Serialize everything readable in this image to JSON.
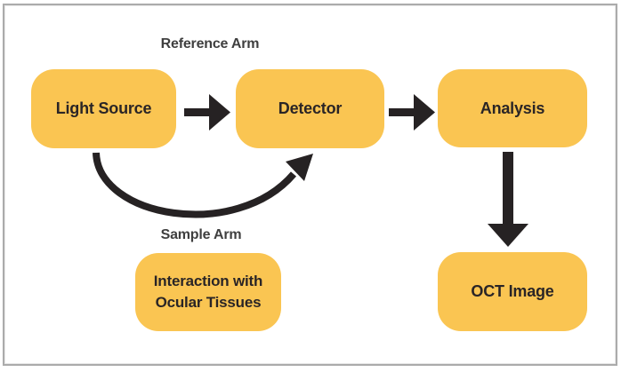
{
  "diagram": {
    "type": "flowchart",
    "annotations": {
      "reference_arm": "Reference Arm",
      "sample_arm": "Sample Arm"
    },
    "nodes": {
      "light_source": {
        "label": "Light Source"
      },
      "detector": {
        "label": "Detector"
      },
      "analysis": {
        "label": "Analysis"
      },
      "interaction": {
        "label": "Interaction with Ocular Tissues",
        "line1": "Interaction with",
        "line2": "Ocular Tissues"
      },
      "oct_image": {
        "label": "OCT Image"
      }
    },
    "edges": [
      {
        "from": "light_source",
        "to": "detector",
        "style": "straight-arrow",
        "path_label": "Reference Arm"
      },
      {
        "from": "detector",
        "to": "analysis",
        "style": "straight-arrow"
      },
      {
        "from": "analysis",
        "to": "oct_image",
        "style": "straight-arrow"
      },
      {
        "from": "light_source",
        "to": "detector",
        "style": "curved-arrow",
        "path_label": "Sample Arm"
      }
    ],
    "colors": {
      "node_fill": "#FAC552",
      "arrow": "#262223",
      "node_text": "#2A2526",
      "annotation_text": "#3F3F3F",
      "frame_border": "#ABABAB",
      "background": "#FFFFFF"
    }
  }
}
